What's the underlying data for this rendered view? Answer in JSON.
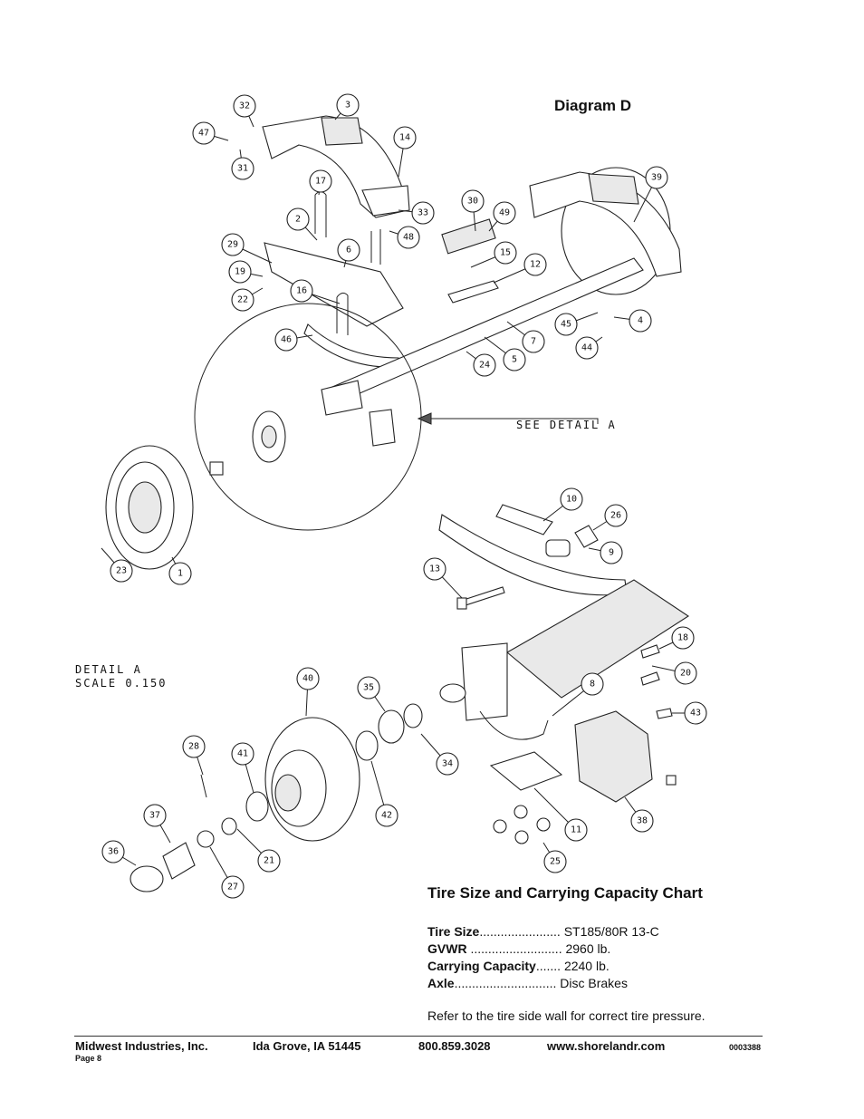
{
  "diagram": {
    "title": "Diagram D",
    "see_detail": "SEE DETAIL  A",
    "detail_title": "DETAIL  A",
    "detail_scale": "SCALE  0.150",
    "callouts_main": [
      "32",
      "3",
      "47",
      "14",
      "31",
      "17",
      "2",
      "33",
      "48",
      "29",
      "6",
      "19",
      "22",
      "16",
      "46",
      "30",
      "49",
      "15",
      "12",
      "39",
      "45",
      "4",
      "44",
      "7",
      "5",
      "24",
      "23",
      "1"
    ],
    "callouts_detail": [
      "10",
      "26",
      "9",
      "13",
      "18",
      "20",
      "40",
      "35",
      "8",
      "43",
      "28",
      "41",
      "34",
      "42",
      "37",
      "36",
      "21",
      "27",
      "11",
      "38",
      "25"
    ]
  },
  "chart": {
    "title": "Tire Size and Carrying Capacity Chart",
    "rows": [
      {
        "label": "Tire Size",
        "dots": ".......................",
        "value": "ST185/80R 13-C"
      },
      {
        "label": "GVWR",
        "dots": "..........................",
        "value": "2960 lb."
      },
      {
        "label": "Carrying Capacity",
        "dots": ".......",
        "value": "2240 lb."
      },
      {
        "label": "Axle",
        "dots": ".............................",
        "value": "Disc Brakes"
      }
    ],
    "note": "Refer to the tire side wall for correct tire pressure."
  },
  "footer": {
    "company": "Midwest Industries, Inc.",
    "address": "Ida Grove, IA  51445",
    "phone": "800.859.3028",
    "website": "www.shorelandr.com",
    "doc_number": "0003388",
    "page": "Page 8"
  }
}
